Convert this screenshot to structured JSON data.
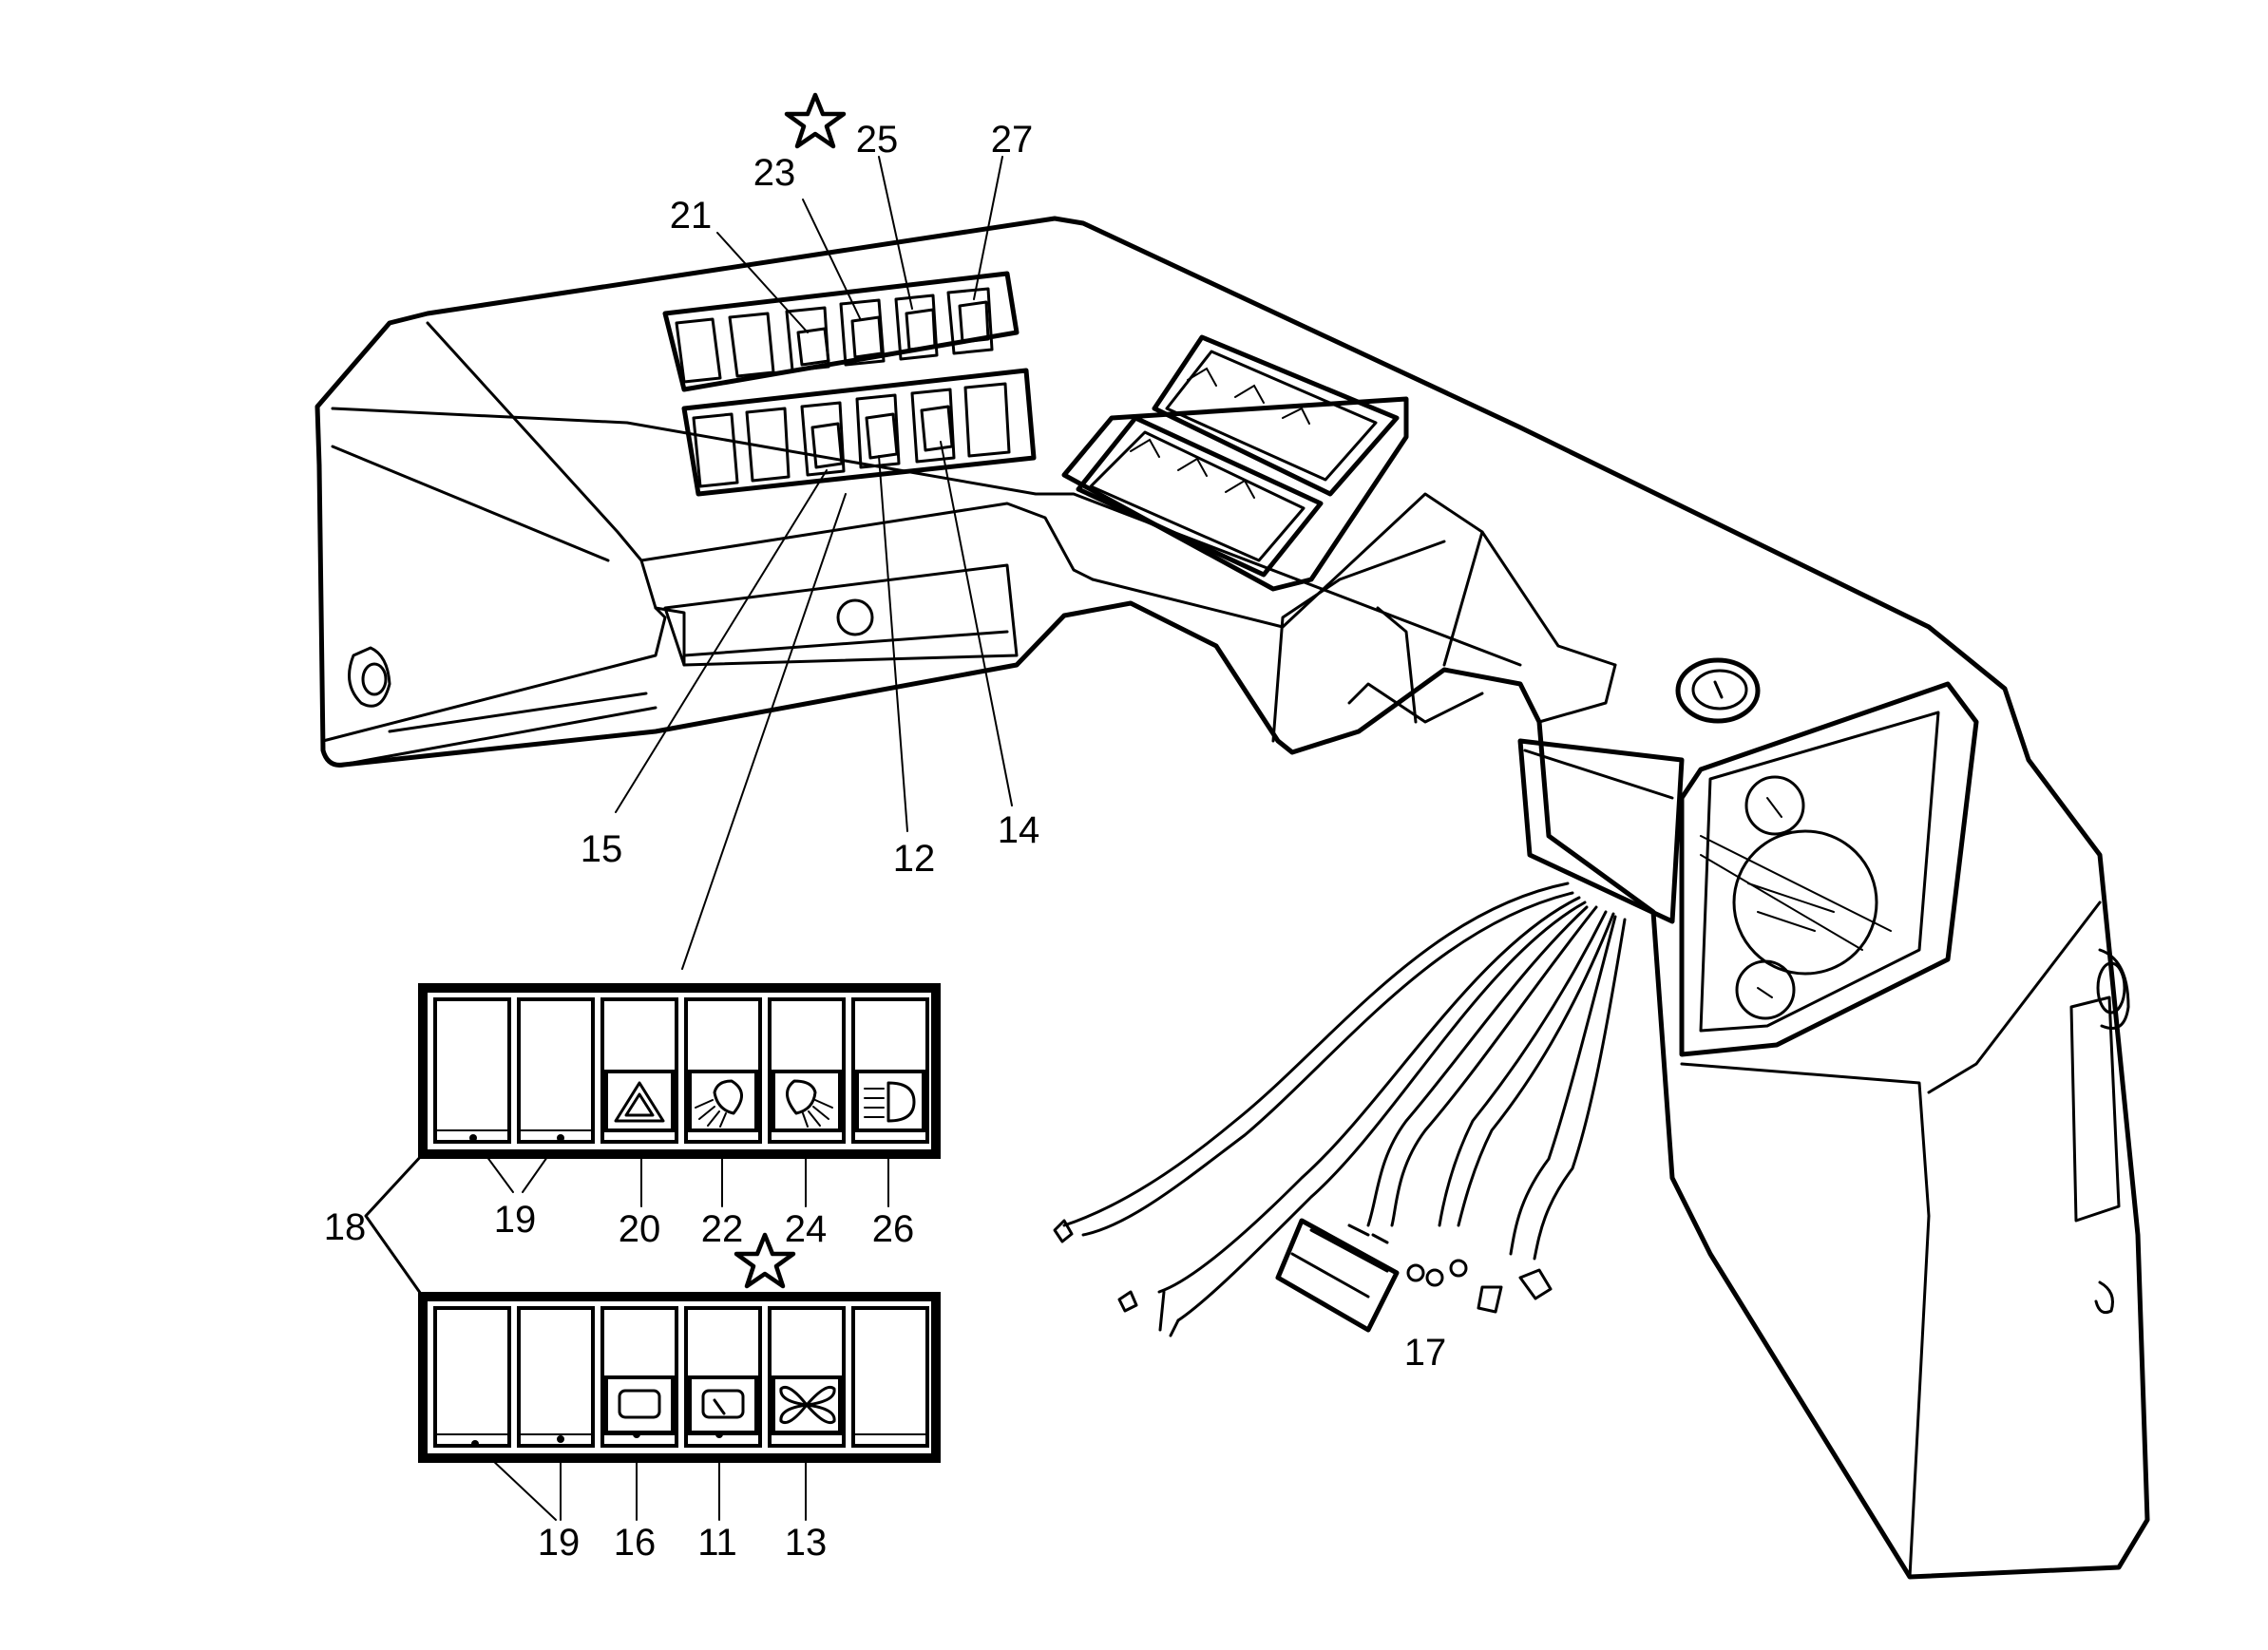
{
  "callouts": {
    "c21": "21",
    "c23": "23",
    "c25": "25",
    "c27": "27",
    "c15": "15",
    "c12": "12",
    "c14": "14",
    "c17": "17",
    "c18": "18",
    "c19a": "19",
    "c19b": "19",
    "c20": "20",
    "c22": "22",
    "c24": "24",
    "c26": "26",
    "c16": "16",
    "c11": "11",
    "c13": "13"
  },
  "icons": [
    "star-icon",
    "hazard-warning-icon",
    "front-fog-light-icon",
    "rear-fog-light-icon",
    "headlight-icon",
    "rear-window-heater-icon",
    "rear-wiper-icon",
    "fan-icon"
  ],
  "colors": {
    "ink": "#000000",
    "paper": "#ffffff"
  }
}
